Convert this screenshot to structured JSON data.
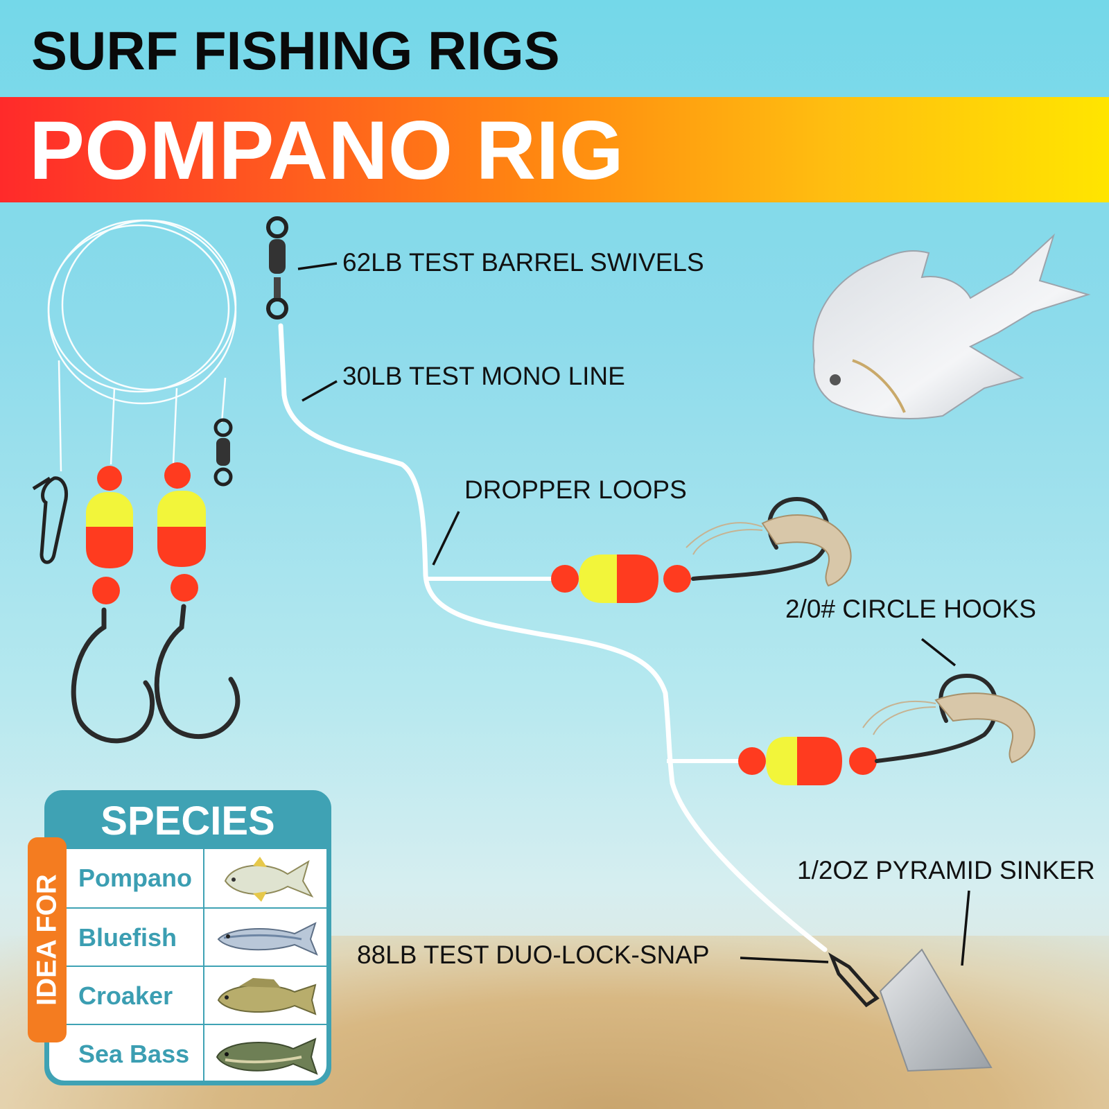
{
  "header": {
    "title": "SURF FISHING RIGS",
    "subtitle": "POMPANO RIG"
  },
  "labels": {
    "swivels": "62LB TEST BARREL SWIVELS",
    "mono_line": "30LB TEST MONO LINE",
    "dropper_loops": "DROPPER LOOPS",
    "circle_hooks": "2/0# CIRCLE HOOKS",
    "sinker": "1/2OZ PYRAMID SINKER",
    "snap": "88LB TEST DUO-LOCK-SNAP"
  },
  "species": {
    "heading": "SPECIES",
    "side_label": "IDEA FOR",
    "items": [
      {
        "name": "Pompano",
        "icon": "pompano-fish-icon"
      },
      {
        "name": "Bluefish",
        "icon": "bluefish-fish-icon"
      },
      {
        "name": "Croaker",
        "icon": "croaker-fish-icon"
      },
      {
        "name": "Sea Bass",
        "icon": "sea-bass-fish-icon"
      }
    ]
  },
  "colors": {
    "accent_teal": "#3fa2b4",
    "float_red": "#ff3b1f",
    "float_yellow": "#f2f53a",
    "idea_orange": "#f47c20"
  }
}
